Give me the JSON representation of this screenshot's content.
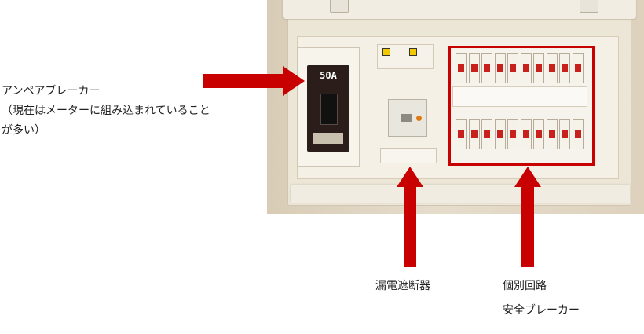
{
  "labels": {
    "ampere_breaker": {
      "line1": "アンペアブレーカー",
      "line2": "（現在はメーターに組み込まれていること",
      "line3": "が多い）"
    },
    "leakage_breaker": "漏電遮断器",
    "branch_breaker": {
      "line1": "個別回路",
      "line2": "安全ブレーカー"
    }
  },
  "photo": {
    "amp_rating": "50A"
  },
  "colors": {
    "arrow": "#c80000",
    "highlight_box": "#c80000",
    "breaker_knob": "#c8201c"
  }
}
